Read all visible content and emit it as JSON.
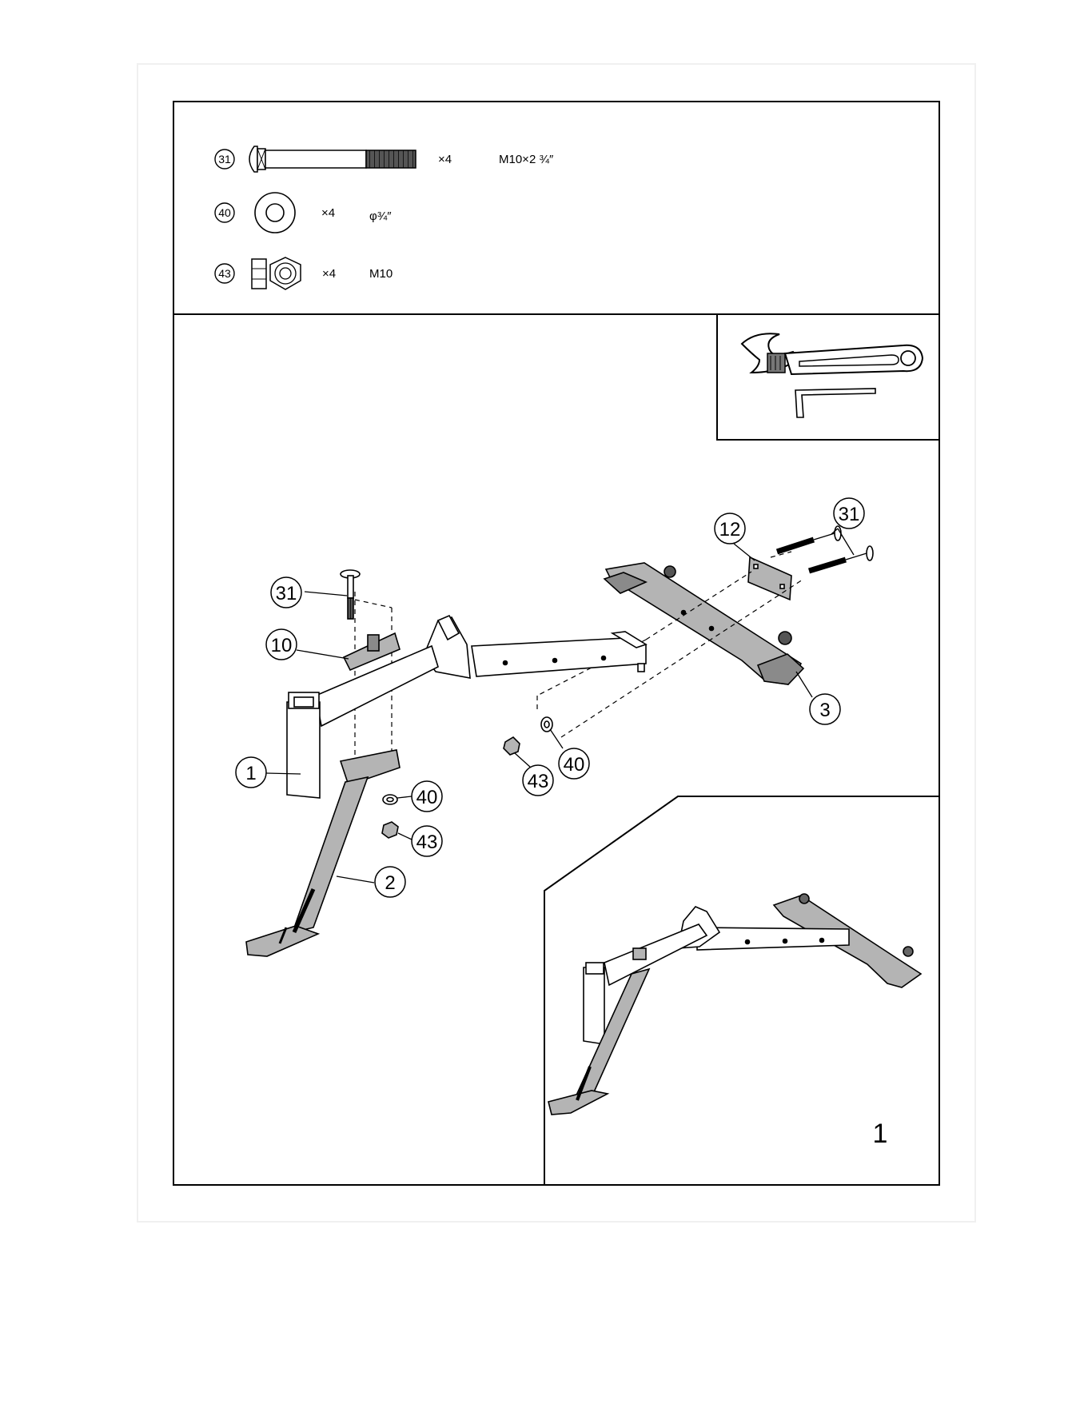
{
  "parts_list": [
    {
      "number": "31",
      "quantity": "×4",
      "spec": "M10×2 ¾″",
      "icon": "carriage-bolt-icon"
    },
    {
      "number": "40",
      "quantity": "×4",
      "spec": "φ¾″",
      "icon": "washer-icon"
    },
    {
      "number": "43",
      "quantity": "×4",
      "spec": "M10",
      "icon": "hex-nut-icon"
    }
  ],
  "tools": [
    "adjustable-wrench-icon",
    "allen-key-icon"
  ],
  "callouts": {
    "c31_left": "31",
    "c10": "10",
    "c1": "1",
    "c40_left": "40",
    "c43_left": "43",
    "c2": "2",
    "c12": "12",
    "c31_right": "31",
    "c3": "3",
    "c40_mid": "40",
    "c43_mid": "43"
  },
  "step_number": "1",
  "colors": {
    "line": "#000000",
    "part_fill": "#b4b4b4",
    "dark_fill": "#8a8a8a",
    "paper": "#ffffff"
  }
}
